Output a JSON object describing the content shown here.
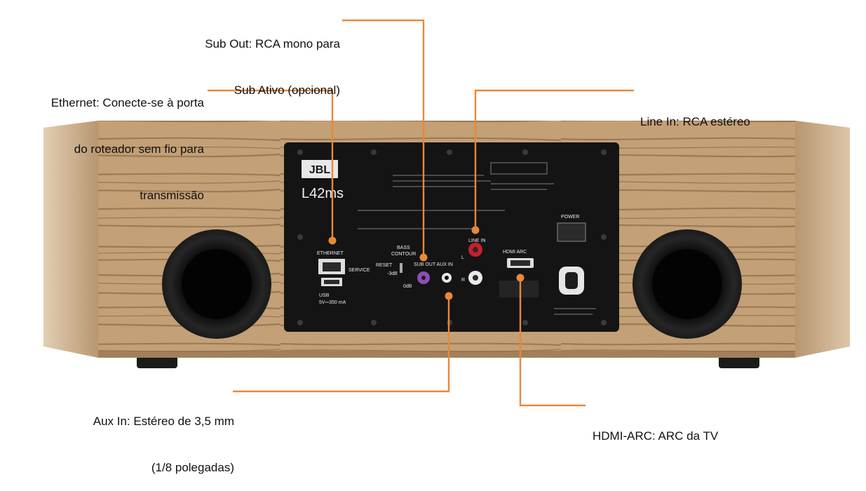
{
  "callouts": {
    "sub_out": [
      "Sub Out: RCA mono para",
      "Sub Ativo (opcional)"
    ],
    "ethernet": [
      "Ethernet: Conecte-se à porta",
      "do roteador sem fio para",
      "transmissão"
    ],
    "line_in": [
      "Line In: RCA estéreo"
    ],
    "aux_in": [
      "Aux In: Estéreo de 3,5 mm",
      "(1/8 polegadas)"
    ],
    "hdmi_arc": [
      "HDMI-ARC: ARC da TV"
    ]
  },
  "panel": {
    "brand": "JBL",
    "model": "L42ms",
    "port_labels": {
      "ethernet": "ETHERNET",
      "service": "SERVICE",
      "usb": "USB",
      "usb_rating": "5V⎓350 mA",
      "reset": "RESET",
      "bass_contour": [
        "BASS",
        "CONTOUR"
      ],
      "db_minus3": "-3dB",
      "db_0": "0dB",
      "sub_out_aux_in": "SUB OUT AUX IN",
      "line_in": "LINE IN",
      "l": "L",
      "r": "R",
      "hdmi_arc": "HDMI ARC",
      "power": "POWER"
    }
  },
  "colors": {
    "callout_line": "#e8883a",
    "wood_light": "#c9a57c",
    "wood_dark": "#6e5036",
    "panel": "#141414",
    "port_woofer": "#161616",
    "rca_red": "#c8202a",
    "rca_purple": "#8a4fb8",
    "rca_white": "#e9e9e9"
  }
}
